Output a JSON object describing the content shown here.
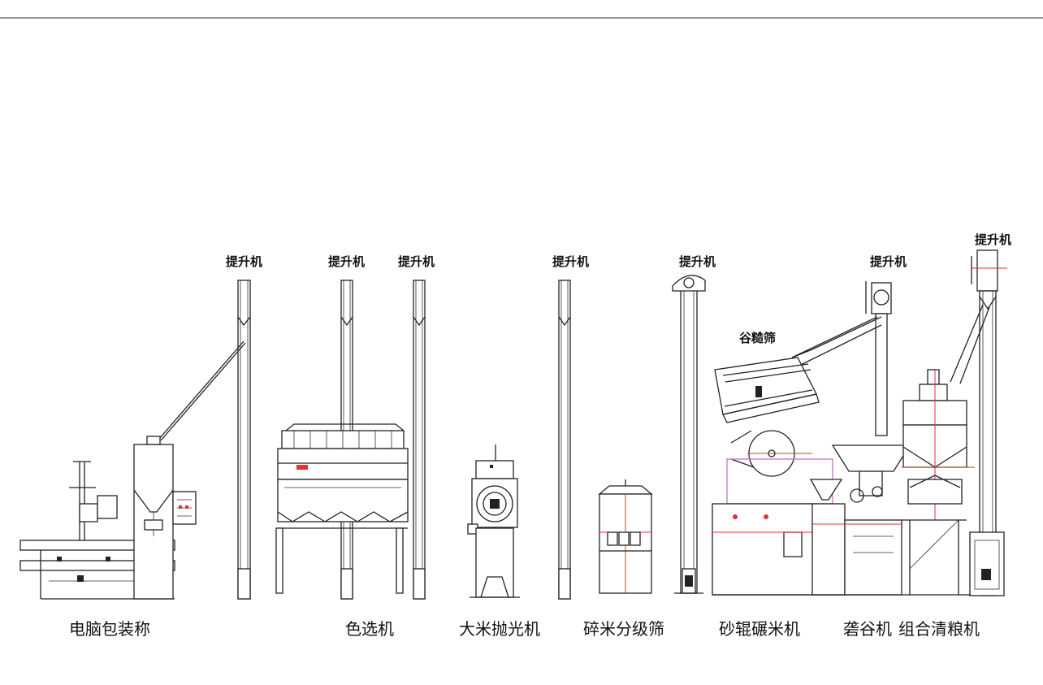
{
  "elevator_label": "提升机",
  "separator_label": "谷糙筛",
  "bottom_labels": {
    "packing": "电脑包装称",
    "color_sorter": "色选机",
    "polisher": "大米抛光机",
    "grader": "碎米分级筛",
    "whitener": "砂辊碾米机",
    "husker": "砻谷机",
    "cleaner": "组合清粮机"
  },
  "colors": {
    "line": "#222222",
    "accent_red": "#dd3333",
    "frame_pink": "#c77dc7"
  }
}
